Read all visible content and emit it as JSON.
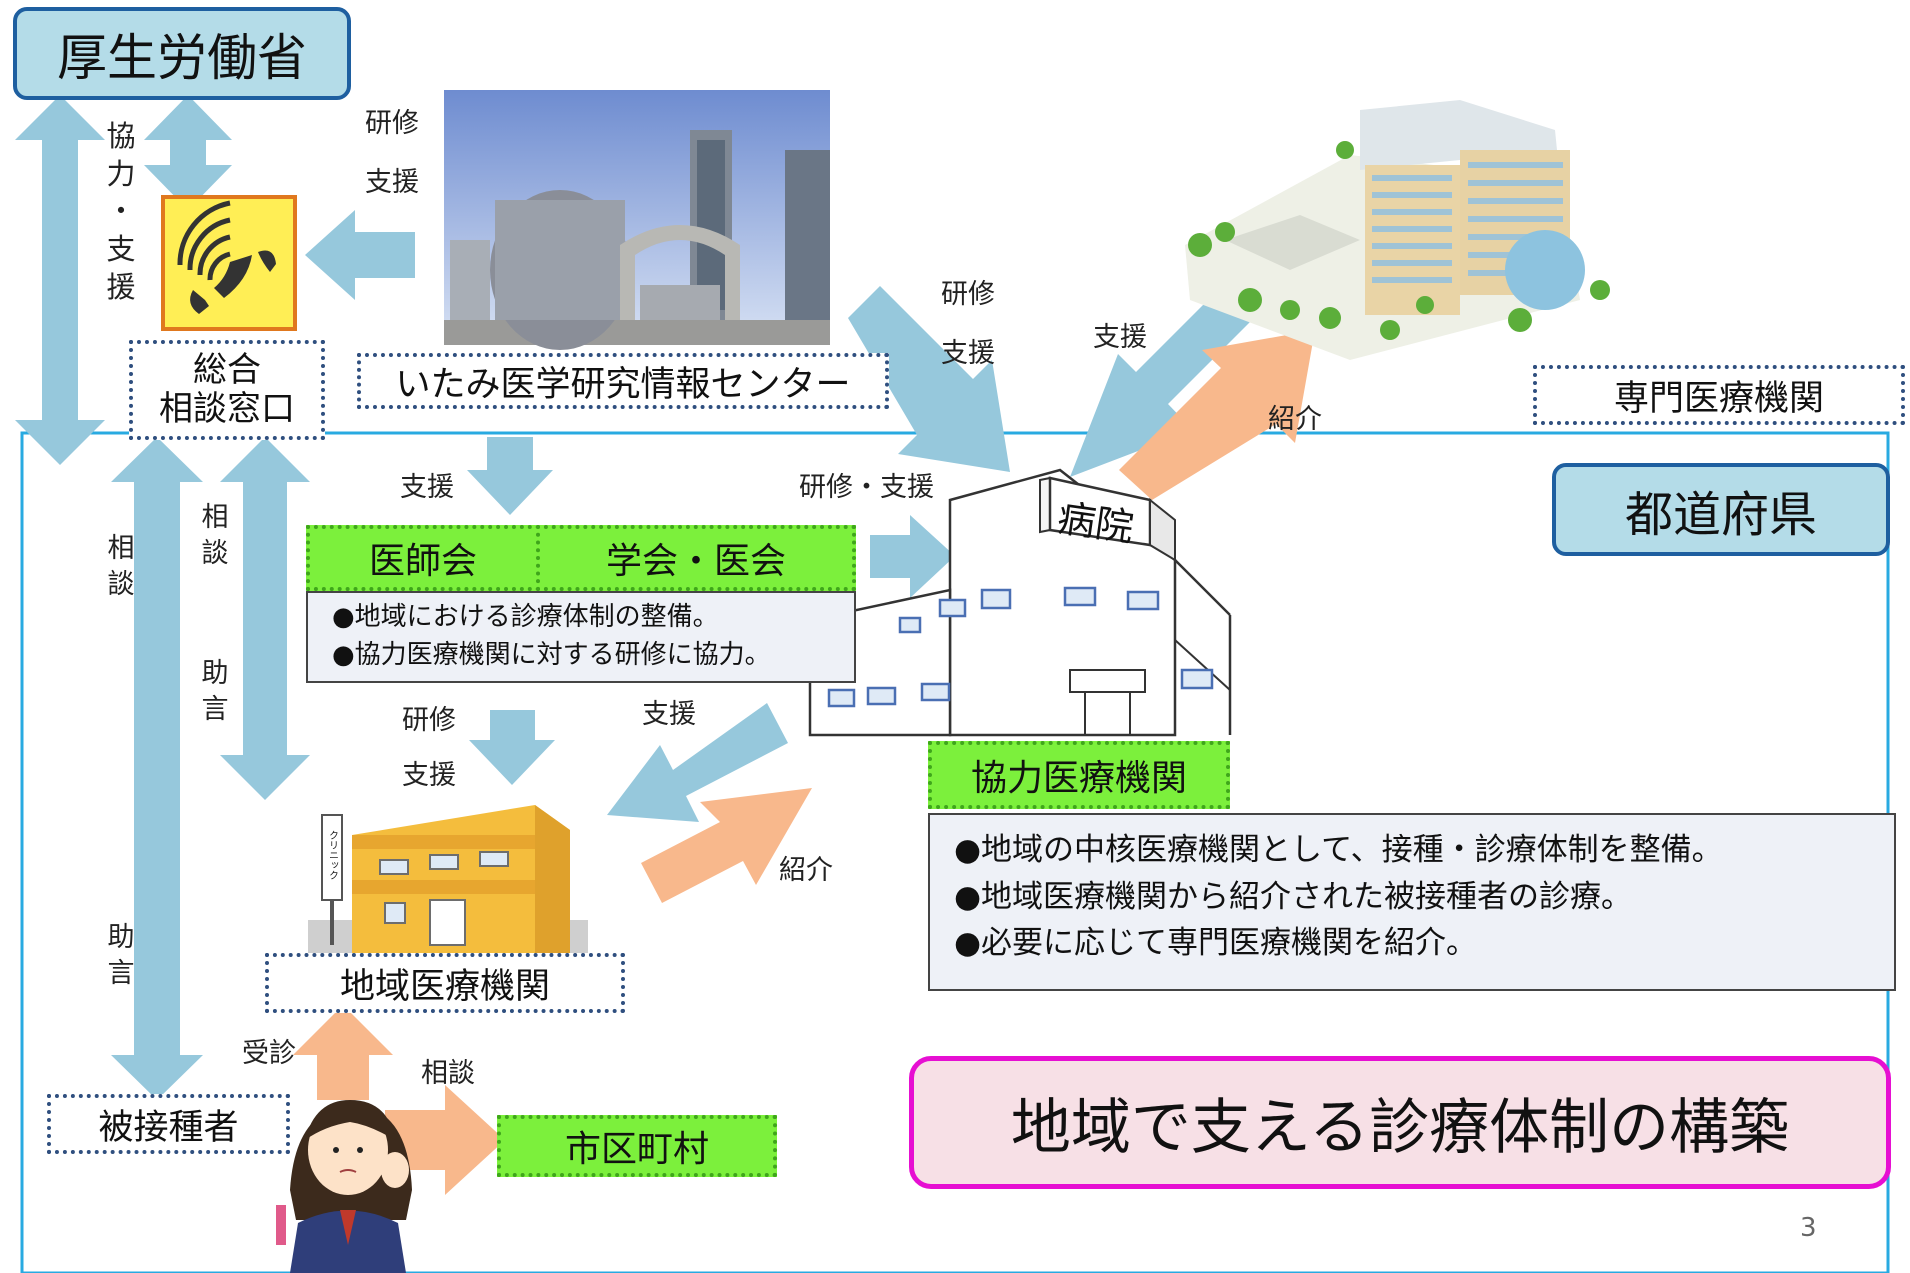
{
  "ministry": {
    "label": "厚生労働省"
  },
  "prefecture": {
    "label": "都道府県"
  },
  "consultation_window": {
    "label_line1": "総合",
    "label_line2": "相談窓口"
  },
  "research_center": {
    "label": "いたみ医学研究情報センター"
  },
  "specialist_institution": {
    "label": "専門医療機関"
  },
  "medical_association": {
    "label": "医師会"
  },
  "academic_society": {
    "label": "学会・医会"
  },
  "association_notes": [
    "●地域における診療体制の整備。",
    "●協力医療機関に対する研修に協力。"
  ],
  "cooperating_institution": {
    "label": "協力医療機関",
    "hospital_sign": "病院"
  },
  "cooperating_notes": [
    "●地域の中核医療機関として、接種・診療体制を整備。",
    "●地域医療機関から紹介された被接種者の診療。",
    "●必要に応じて専門医療機関を紹介。"
  ],
  "local_institution": {
    "label": "地域医療機関",
    "clinic_sign": "クリニック"
  },
  "vaccinee": {
    "label": "被接種者"
  },
  "municipality": {
    "label": "市区町村"
  },
  "main_title": {
    "label": "地域で支える診療体制の構築"
  },
  "arrow_labels": {
    "cooperation_support": "協\n力\n・\n支\n援",
    "center_training": "研修",
    "center_support": "支援",
    "hospital_training": "研修",
    "hospital_support": "支援",
    "specialist_support": "支援",
    "referral_top": "紹介",
    "consult_left": "相\n談",
    "advice_left": "助\n言",
    "consult_inner": "相\n談",
    "advice_inner": "助\n言",
    "support_assoc": "支援",
    "training_support": "研修・支援",
    "clinic_training": "研修",
    "clinic_support": "支援",
    "support_clinic": "支援",
    "referral_clinic": "紹介",
    "visit": "受診",
    "consult_muni": "相談"
  },
  "page_number": "3",
  "colors": {
    "blue_arrow": "#96c8dc",
    "orange_arrow": "#f8b88c",
    "label_box_fill": "#b4dce8",
    "label_box_border": "#1e5fa0",
    "green_fill": "#7cf03c",
    "title_border": "#e60fd2",
    "title_fill": "#f7e0e6",
    "prefecture_frame": "#28aae1"
  },
  "icons": [
    "phone-icon",
    "research-building-image",
    "specialist-hospital-image",
    "hospital-icon",
    "clinic-icon",
    "vaccinee-person-icon"
  ]
}
